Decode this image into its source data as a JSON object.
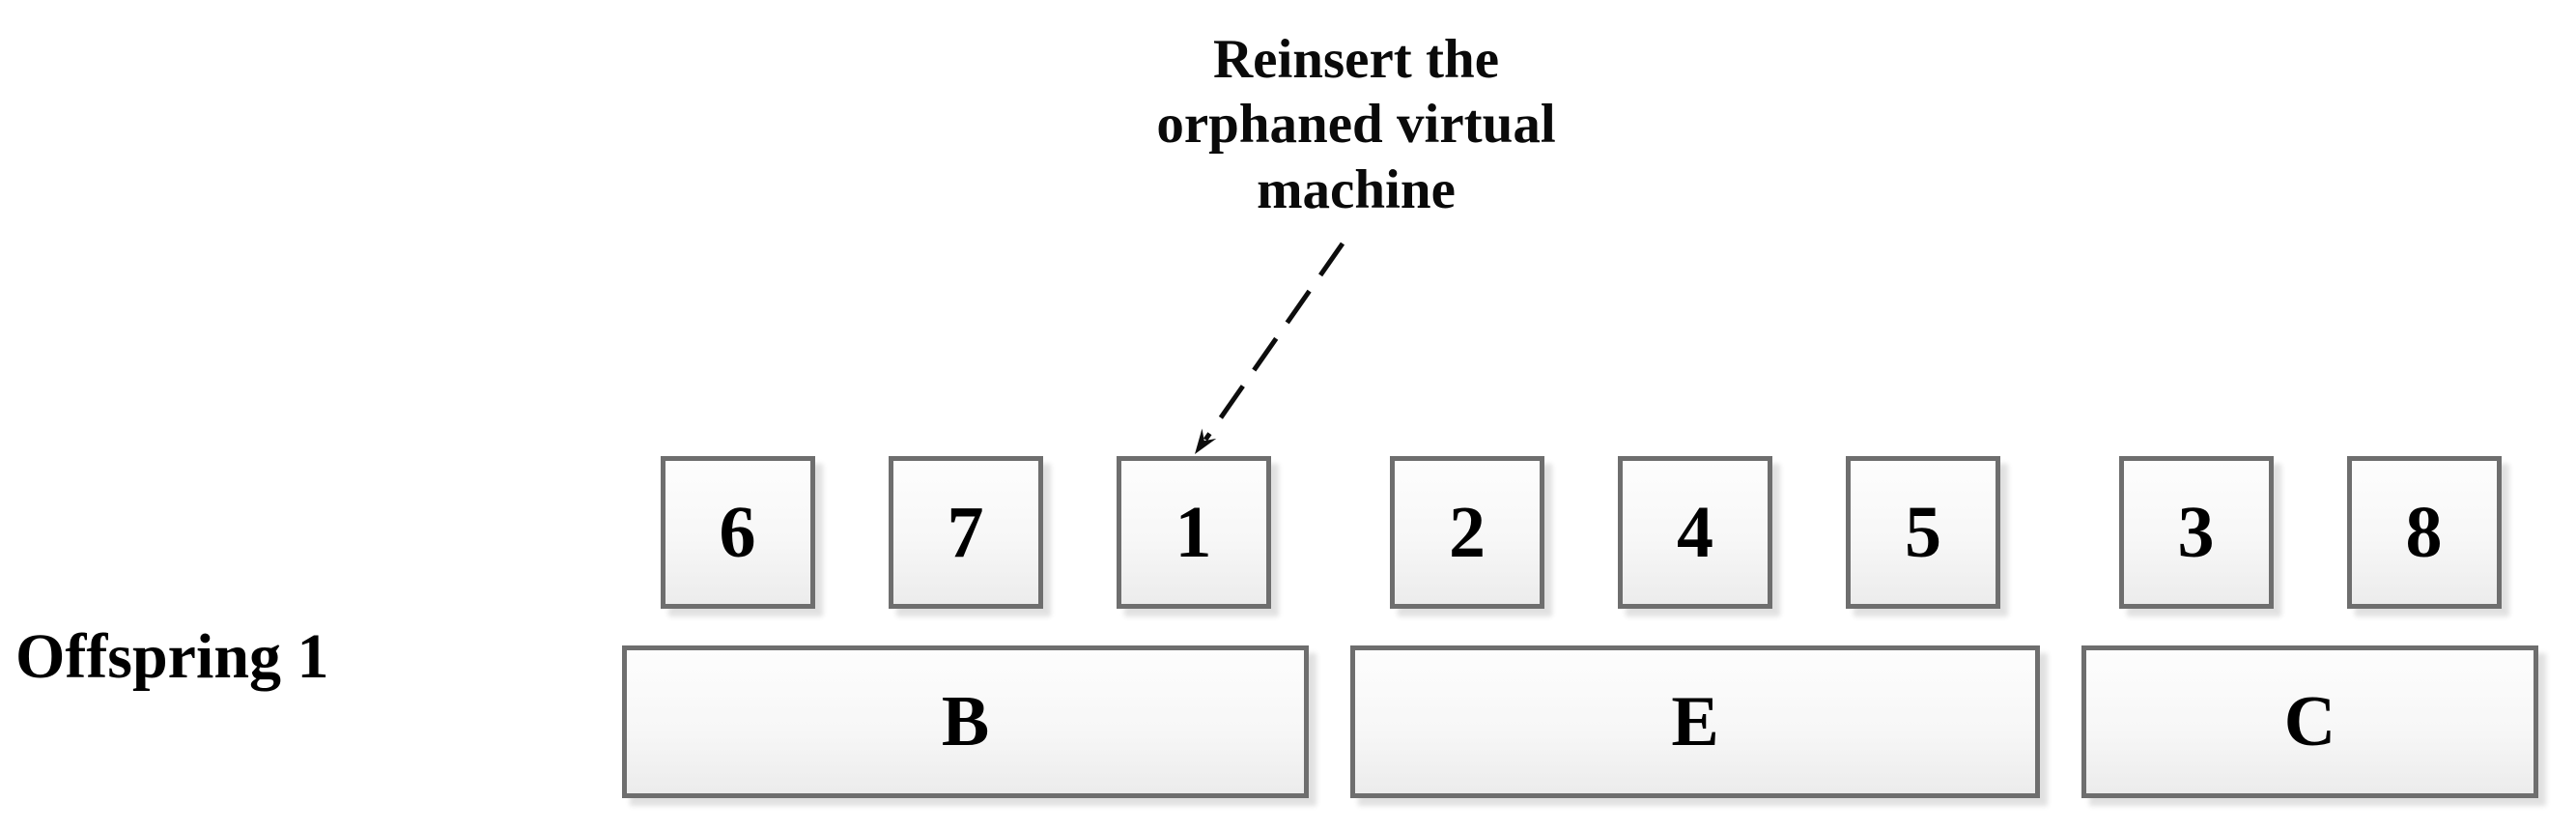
{
  "figure": {
    "offspring_label": "Offspring 1",
    "annotation": {
      "text": "Reinsert the\norphaned virtual\nmachine"
    },
    "arrow": {
      "style": "dashed",
      "target_vm": "1"
    },
    "groups": [
      {
        "machine": "B",
        "vms": [
          "6",
          "7",
          "1"
        ]
      },
      {
        "machine": "E",
        "vms": [
          "2",
          "4",
          "5"
        ]
      },
      {
        "machine": "C",
        "vms": [
          "3",
          "8"
        ]
      }
    ],
    "colors": {
      "box_border": "#6e6e6e",
      "box_fill_top": "#fdfdfd",
      "box_fill_bottom": "#ececec",
      "text": "#000000",
      "arrow": "#0d0d0d"
    }
  }
}
